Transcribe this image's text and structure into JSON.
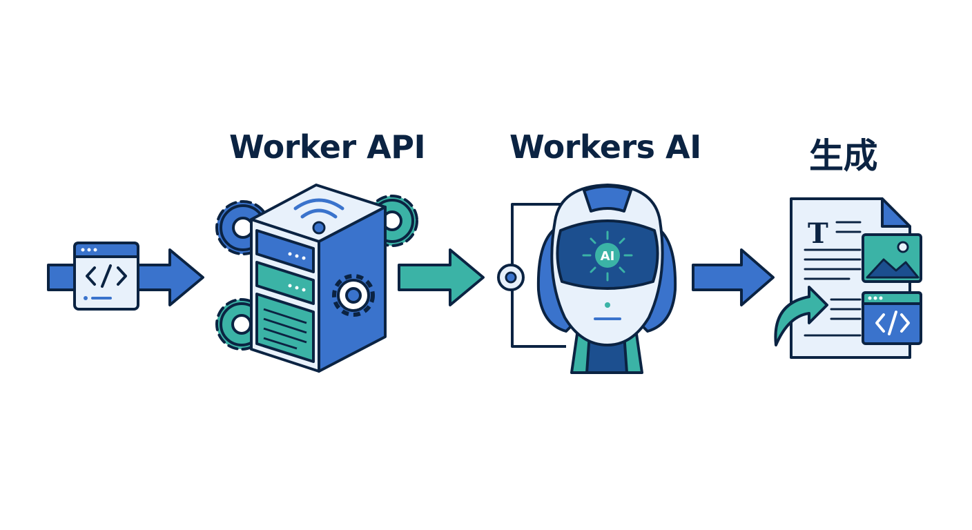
{
  "stages": {
    "worker_api": {
      "title": "Worker API"
    },
    "workers_ai": {
      "title": "Workers AI",
      "badge": "AI"
    },
    "generate": {
      "title": "生成",
      "doc_letter": "T"
    }
  },
  "colors": {
    "navy": "#0b2342",
    "blue": "#3a73cc",
    "teal": "#3bb3a6",
    "light": "#e8f1fb",
    "dark_panel": "#1c4f8f"
  },
  "icons": [
    "code-window-icon",
    "gear-icon",
    "server-icon",
    "wifi-icon",
    "robot-head-icon",
    "document-icon",
    "image-icon",
    "code-icon",
    "curved-arrow-icon"
  ]
}
